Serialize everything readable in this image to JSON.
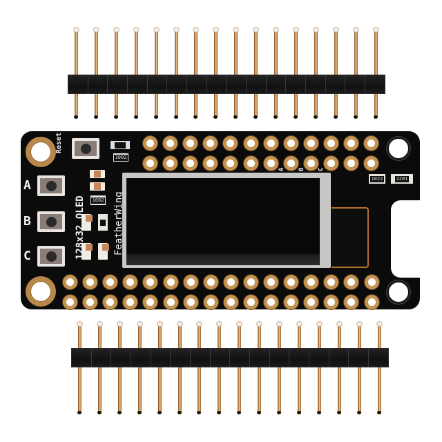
{
  "image": {
    "subject": "OLED FeatherWing breakout board with two loose male pin headers",
    "background": "#ffffff"
  },
  "top_header": {
    "pin_count": 16,
    "color": "#141414",
    "pin_color": "#d9a36a"
  },
  "bottom_header": {
    "pin_count": 16,
    "color": "#141414",
    "pin_color": "#d9a36a"
  },
  "board": {
    "color": "#0b0b0b",
    "pad_color": "#c49454",
    "silkscreen": {
      "reset": "Reset",
      "button_a": "A",
      "button_b": "B",
      "button_c": "C",
      "model": "128x32 OLED",
      "brand": "FeatherWing",
      "pin_a": "A",
      "pin_b": "B",
      "pin_c": "C"
    },
    "top_holes_per_row": 12,
    "bottom_holes_per_row": 16,
    "resistor_codes": [
      "1002",
      "1002",
      "1022",
      "2201"
    ],
    "buttons": [
      "Reset",
      "A",
      "B",
      "C"
    ],
    "display": {
      "type": "OLED",
      "resolution": "128x32"
    }
  }
}
